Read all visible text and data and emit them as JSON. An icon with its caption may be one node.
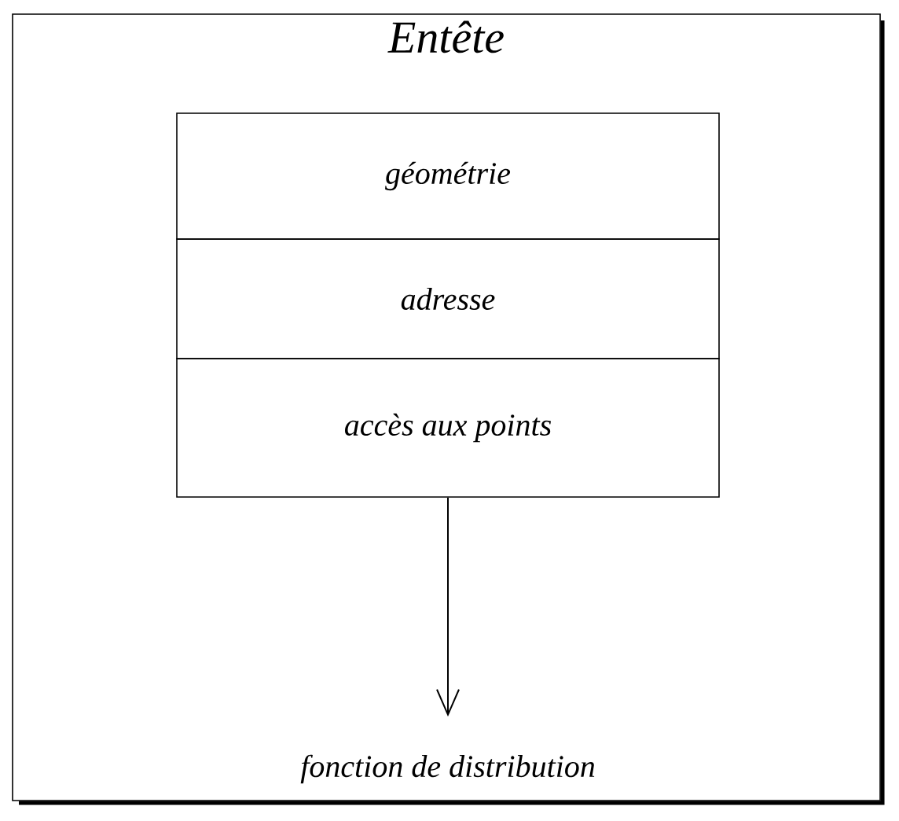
{
  "diagram": {
    "nodes": [
      {
        "text": [
          "Entête"
        ]
      },
      {
        "text": [
          "géométrie"
        ],
        "in": 0
      },
      {
        "text": [
          "adresse"
        ],
        "in": 0
      },
      {
        "text": [
          "accès aux points"
        ],
        "in": 0
      },
      {
        "text": [
          "fonction de distribution"
        ],
        "in": 0
      }
    ],
    "edges": [
      {
        "from": 3,
        "to": 4,
        "arrow": "to"
      }
    ]
  }
}
